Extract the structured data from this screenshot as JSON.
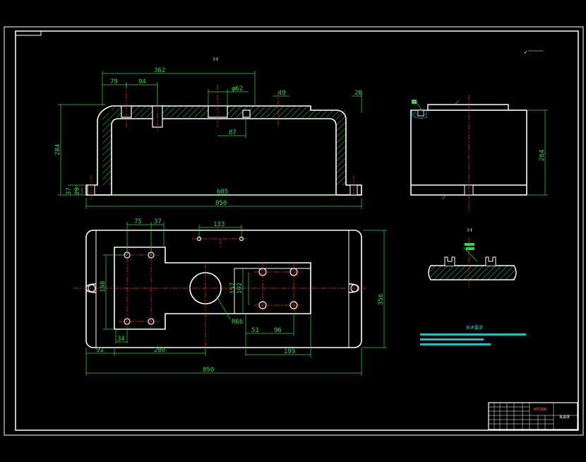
{
  "colors": {
    "background": "#000000",
    "outline": "#ffffff",
    "dimension": "#2ad94a",
    "centerline": "#ff3030",
    "hatch": "#2ad94a",
    "note": "#22e0e0",
    "dim_alt": "#17c1e8"
  },
  "front_view": {
    "view_marker": "I-I",
    "dims": {
      "d362": "362",
      "d79": "79",
      "d94": "94",
      "d62": "φ62",
      "d49": "49",
      "d20": "20",
      "d87": "87",
      "d284": "284",
      "d685": "685",
      "d850": "850",
      "d37": "37",
      "d29": "29"
    }
  },
  "side_view": {
    "dims": {
      "d264": "264"
    }
  },
  "top_view": {
    "dims": {
      "d75": "75",
      "d37": "37",
      "d133": "133",
      "d198": "198",
      "d157": "157",
      "d102": "102",
      "r66": "R66",
      "d34": "34",
      "d51": "51",
      "d96": "96",
      "d91": "91",
      "d280": "280",
      "d199": "199",
      "d850": "850",
      "d356": "356"
    }
  },
  "section_view": {
    "marker": "I-I"
  },
  "surface_finish": {
    "symbol": "✓"
  },
  "tech_notes": {
    "title": "技术要求"
  },
  "title_block": {
    "material": "HT200",
    "part_name": "夹具体"
  }
}
